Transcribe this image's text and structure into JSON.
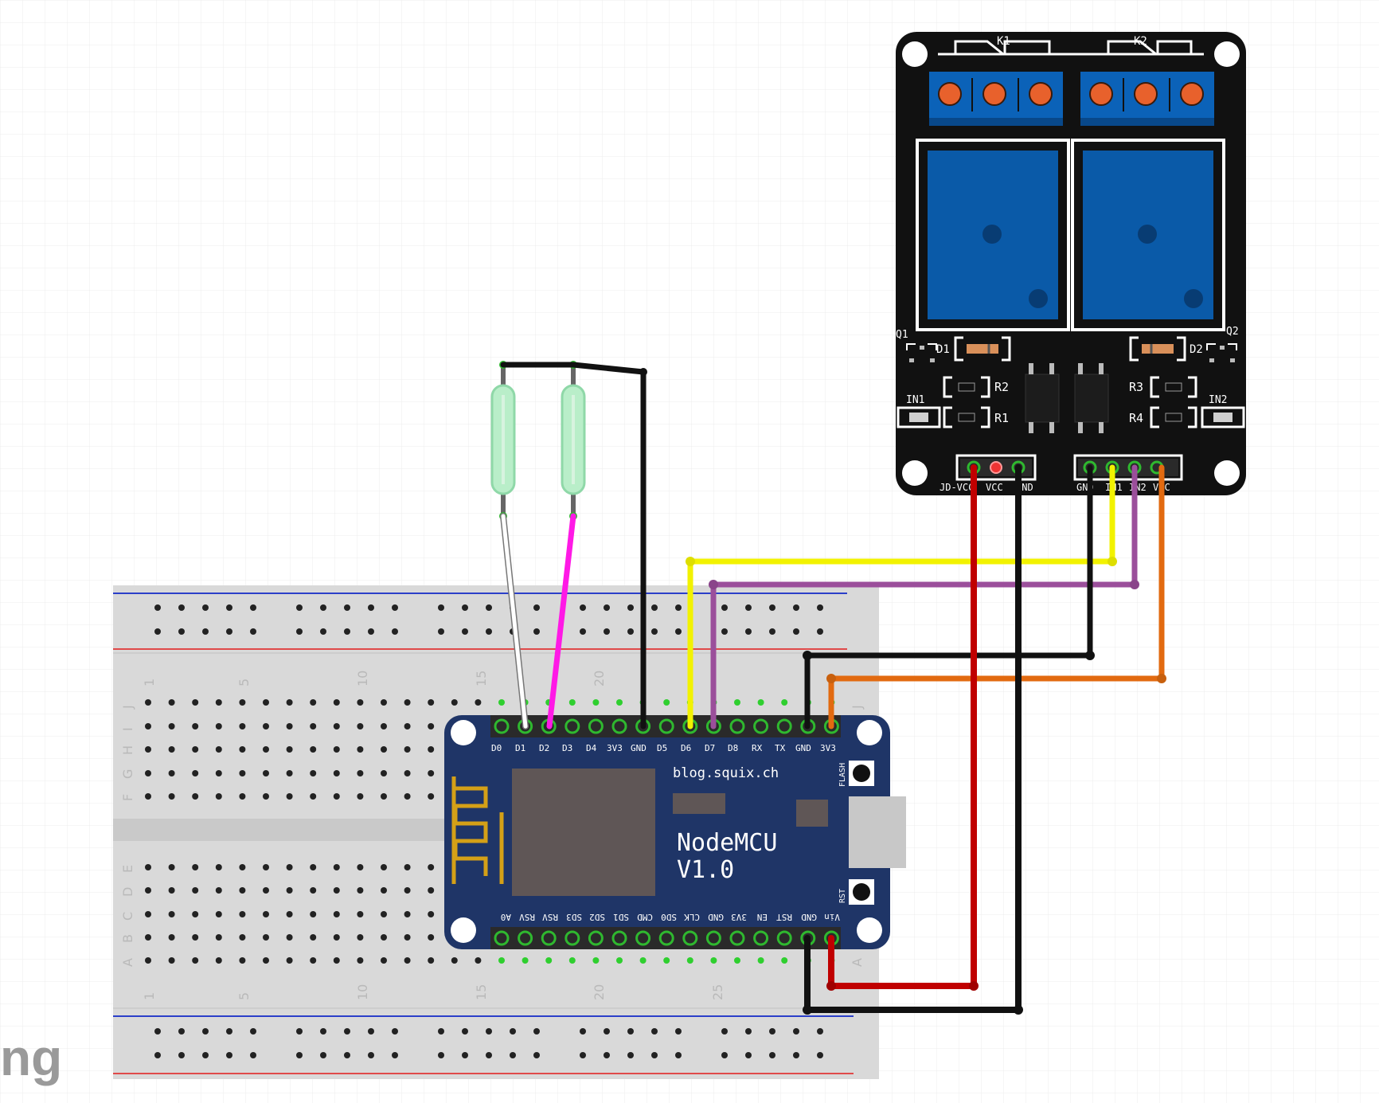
{
  "watermark": "ng",
  "breadboard": {
    "column_numbers": [
      "1",
      "5",
      "10",
      "15",
      "20",
      "25"
    ],
    "row_letters_top": [
      "J",
      "I",
      "H",
      "G",
      "F"
    ],
    "row_letters_bottom": [
      "E",
      "D",
      "C",
      "B",
      "A"
    ]
  },
  "nodemcu": {
    "brand": "blog.squix.ch",
    "title_line1": "NodeMCU",
    "title_line2": "V1.0",
    "top_pins": [
      "D0",
      "D1",
      "D2",
      "D3",
      "D4",
      "3V3",
      "GND",
      "D5",
      "D6",
      "D7",
      "D8",
      "RX",
      "TX",
      "GND",
      "3V3"
    ],
    "bottom_pins": [
      "A0",
      "RSV",
      "RSV",
      "SD3",
      "SD2",
      "SD1",
      "CMD",
      "SD0",
      "CLK",
      "GND",
      "3V3",
      "EN",
      "RST",
      "GND",
      "Vin"
    ],
    "flash_label": "FLASH",
    "rst_label": "RST"
  },
  "relay": {
    "k1": "K1",
    "k2": "K2",
    "q1": "Q1",
    "q2": "Q2",
    "d1": "D1",
    "d2": "D2",
    "r1": "R1",
    "r2": "R2",
    "r3": "R3",
    "r4": "R4",
    "in1": "IN1",
    "in2": "IN2",
    "jdvcc": "JD-VCC",
    "vcc": "VCC",
    "gnd_left": "GND",
    "right_header": [
      "GND",
      "IN1",
      "IN2",
      "VCC"
    ]
  },
  "colors": {
    "board_blue": "#1f3567",
    "relay_black": "#111111",
    "relay_blue": "#0a5aa8",
    "terminal_blue": "#0b62b8",
    "wire_red": "#c00000",
    "wire_black": "#111111",
    "wire_yellow": "#f2f200",
    "wire_purple": "#9b4f9b",
    "wire_orange": "#e26a10",
    "wire_magenta": "#ff19e6",
    "wire_white": "#ffffff"
  }
}
